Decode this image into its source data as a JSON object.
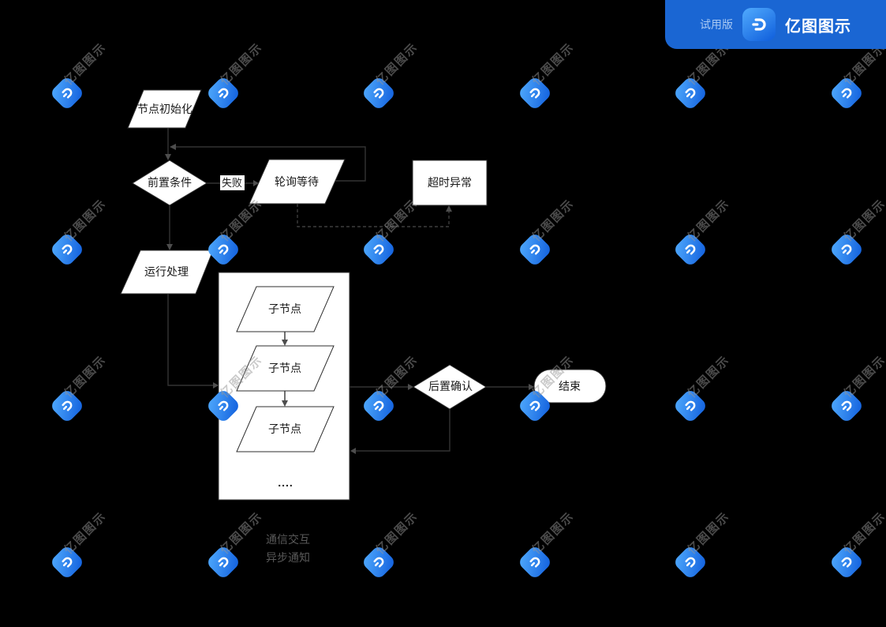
{
  "app": {
    "trial_badge": "试用版",
    "brand": "亿图图示",
    "bar_color": "#1a66d3",
    "logo_icon": "edraw-d-glyph"
  },
  "watermark": {
    "text": "亿图图示",
    "icon": "edraw-d-glyph",
    "color": "rgba(150,150,150,0.5)"
  },
  "diagram": {
    "labels": {
      "init": "节点初始化",
      "precond": "前置条件",
      "fail": "失败",
      "poll": "轮询等待",
      "timeout": "超时异常",
      "run": "运行处理",
      "child": "子节点",
      "ellipsis": "....",
      "postconfirm": "后置确认",
      "end": "结束"
    },
    "legend": {
      "line1": "通信交互",
      "line2": "异步通知"
    },
    "colors": {
      "background": "#000000",
      "shape_fill": "#ffffff",
      "line": "#333333",
      "arrow": "#4d4d4d",
      "label": "#1a1a1a",
      "legend_text": "#595959"
    }
  }
}
